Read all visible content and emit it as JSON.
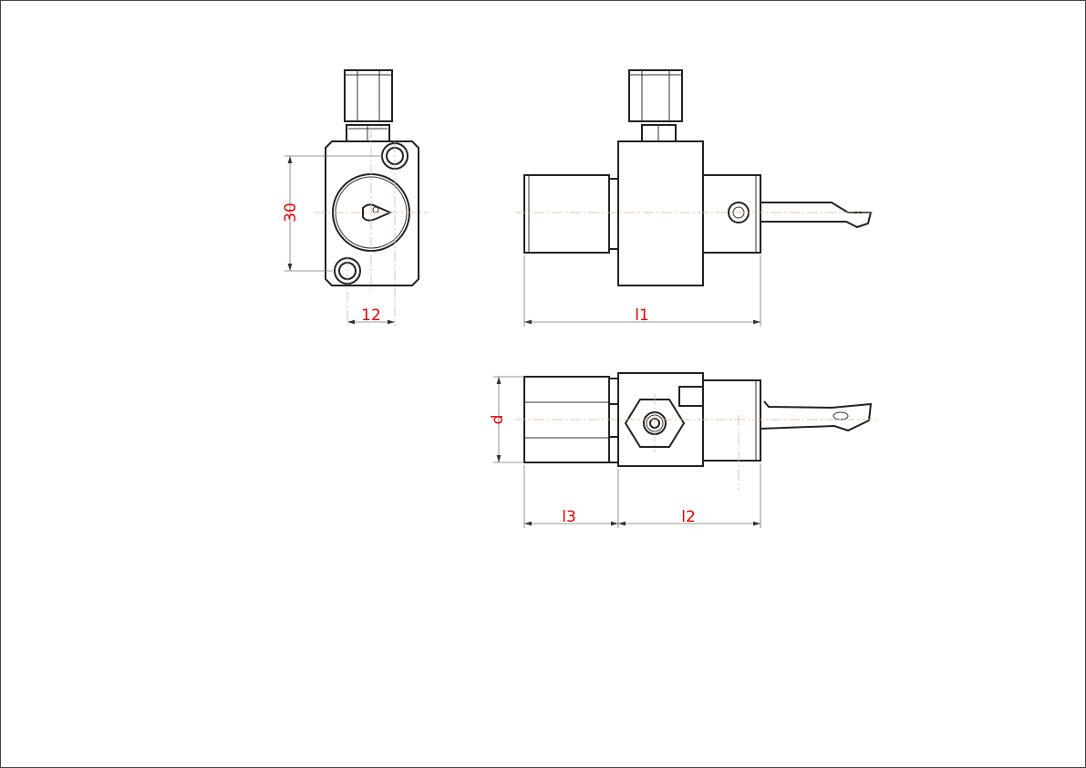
{
  "drawing": {
    "dimensions": {
      "height": "30",
      "offset": "12",
      "l1": "l1",
      "d": "d",
      "l3": "l3",
      "l2": "l2"
    },
    "colors": {
      "dimension_text": "#e00000",
      "outline": "#222222",
      "centerline": "#d9b89a"
    }
  }
}
